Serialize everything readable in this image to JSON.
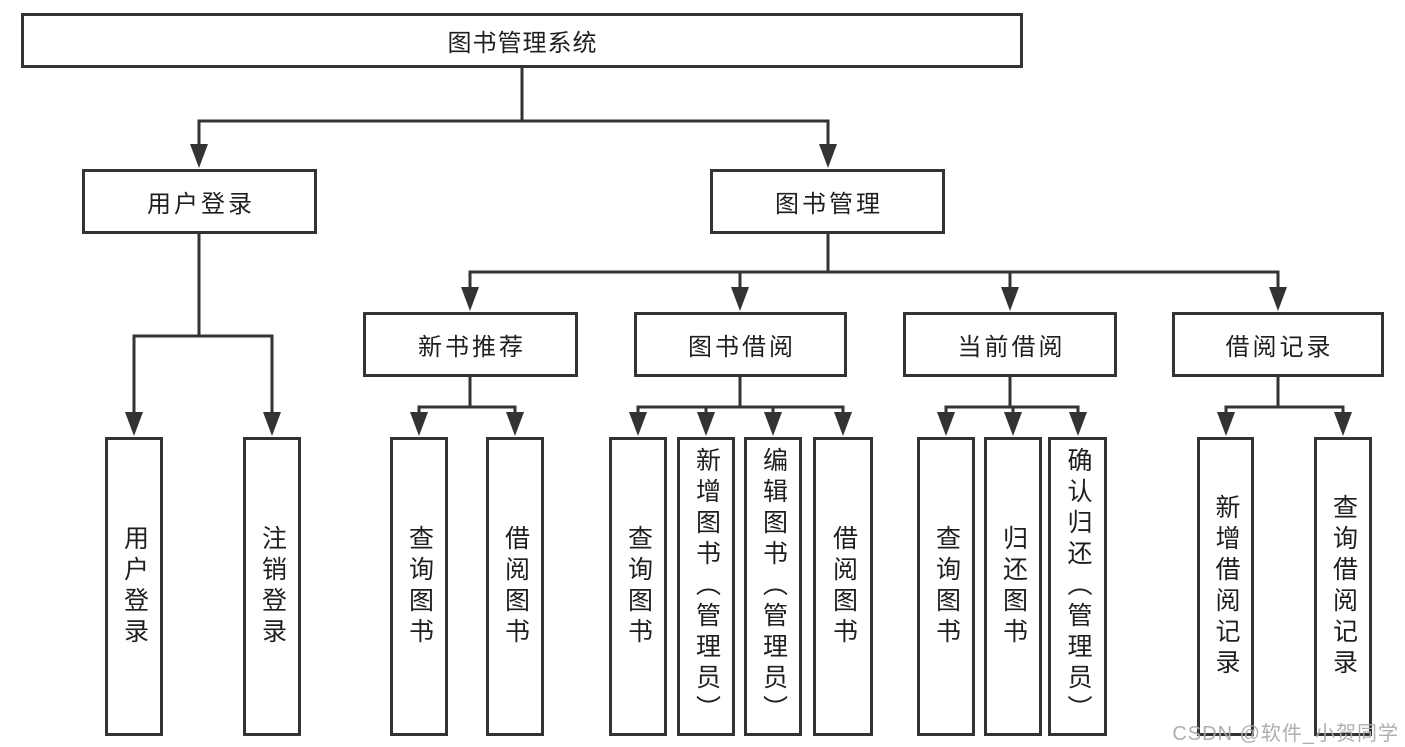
{
  "nodes": {
    "root": "图书管理系统",
    "level2": [
      "用户登录",
      "图书管理"
    ],
    "level3": [
      "新书推荐",
      "图书借阅",
      "当前借阅",
      "借阅记录"
    ],
    "leaves": [
      "用户登录",
      "注销登录",
      "查询图书",
      "借阅图书",
      "查询图书",
      "新增图书（管理员）",
      "编辑图书（管理员）",
      "借阅图书",
      "查询图书",
      "归还图书",
      "确认归还（管理员）",
      "新增借阅记录",
      "查询借阅记录"
    ]
  },
  "watermark": "CSDN @软件_小贺同学",
  "colors": {
    "line": "#333333",
    "text": "#1f1f1f",
    "background": "#ffffff",
    "watermark": "#ababae"
  }
}
